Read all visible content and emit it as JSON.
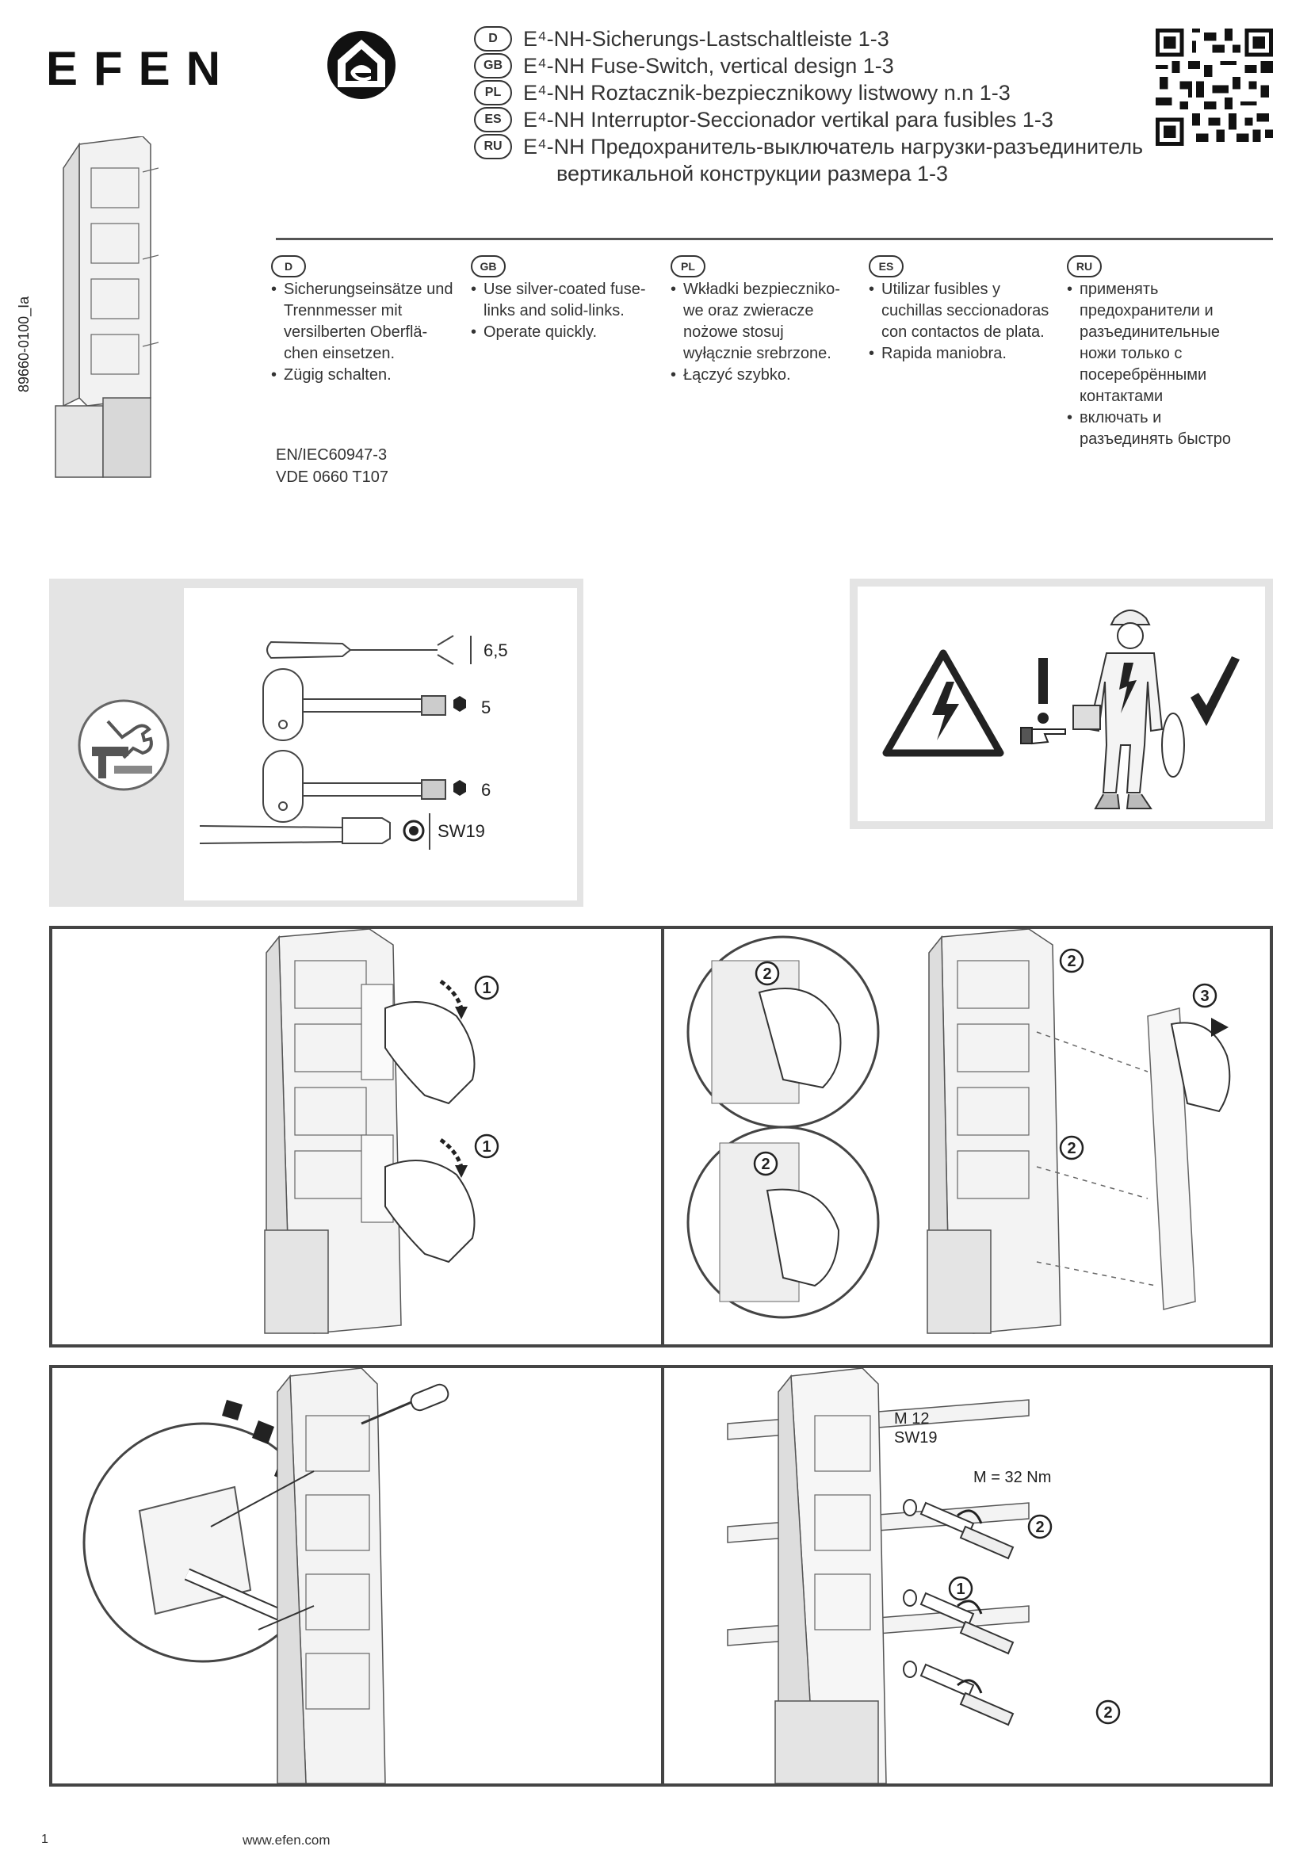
{
  "header": {
    "brand": "EFEN",
    "titles": [
      {
        "lang": "D",
        "text": "E⁴-NH-Sicherungs-Lastschaltleiste 1-3"
      },
      {
        "lang": "GB",
        "text": "E⁴-NH Fuse-Switch, vertical design 1-3"
      },
      {
        "lang": "PL",
        "text": "E⁴-NH Roztacznik-bezpiecznikowy listwowy n.n 1-3"
      },
      {
        "lang": "ES",
        "text": "E⁴-NH Interruptor-Seccionador vertikal para fusibles 1-3"
      },
      {
        "lang": "RU",
        "text": "E⁴-NH Предохранитель-выключатель нагрузки-разъединитель"
      }
    ],
    "title_continuation": "вертикальной конструкции размера 1-3"
  },
  "doc_id": "89660-0100_Ia",
  "columns": [
    {
      "lang": "D",
      "items": [
        "Sicherungseinsätze und Trennmesser mit versilberten Oberflä-chen einsetzen.",
        "Zügig schalten."
      ]
    },
    {
      "lang": "GB",
      "items": [
        "Use silver-coated fuse-links and solid-links.",
        "Operate quickly."
      ]
    },
    {
      "lang": "PL",
      "items": [
        "Wkładki bezpieczniko-we oraz zwieracze nożowe stosuj wyłącznie srebrzone.",
        "Łączyć szybko."
      ]
    },
    {
      "lang": "ES",
      "items": [
        "Utilizar fusibles y cuchillas seccionadoras con contactos de plata.",
        "Rapida maniobra."
      ]
    },
    {
      "lang": "RU",
      "items": [
        "применять предохранители и разъединительные ножи только с посеребрёнными контактами",
        "включать и разъединять быстро"
      ]
    }
  ],
  "standards": [
    "EN/IEC60947-3",
    "VDE 0660 T107"
  ],
  "tools": {
    "screwdriver_size": "6,5",
    "hex_key_1": "5",
    "hex_key_2": "6",
    "socket": "SW19"
  },
  "steps": {
    "step1": "1",
    "step2": "2",
    "step3": "3",
    "bolt_size": "M 12",
    "wrench_size": "SW19",
    "torque": "M = 32 Nm"
  },
  "footer": {
    "page": "1",
    "url": "www.efen.com"
  }
}
